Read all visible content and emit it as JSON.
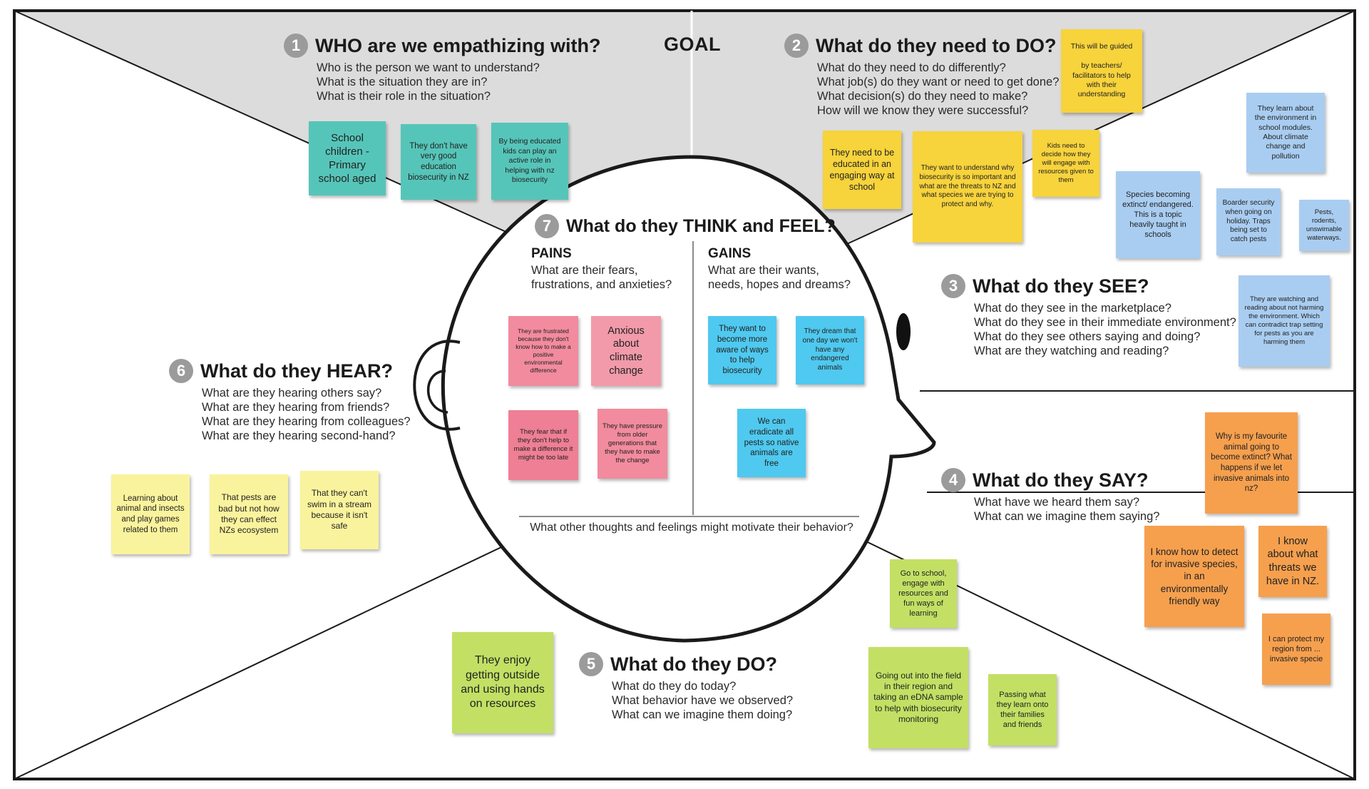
{
  "goal": "GOAL",
  "sections": {
    "who": {
      "number": "1",
      "title": "WHO are we empathizing with?",
      "questions": [
        "Who is the person we want to understand?",
        "What is the situation they are in?",
        "What is their role in the situation?"
      ]
    },
    "do_need": {
      "number": "2",
      "title": "What do they need to DO?",
      "questions": [
        "What do they need to do differently?",
        "What job(s) do they want or need to get done?",
        "What decision(s) do they need to make?",
        "How will we know they were successful?"
      ]
    },
    "see": {
      "number": "3",
      "title": "What do they SEE?",
      "questions": [
        "What do they see in the marketplace?",
        "What do they see in their immediate environment?",
        "What do they see others saying and doing?",
        "What are they watching and reading?"
      ]
    },
    "say": {
      "number": "4",
      "title": "What do they SAY?",
      "questions": [
        "What have we heard them say?",
        "What can we imagine them saying?"
      ]
    },
    "do": {
      "number": "5",
      "title": "What do they DO?",
      "questions": [
        "What do they do today?",
        "What behavior have we observed?",
        "What can we imagine them doing?"
      ]
    },
    "hear": {
      "number": "6",
      "title": "What do they HEAR?",
      "questions": [
        "What are they hearing others say?",
        "What are they hearing from friends?",
        "What are they hearing from colleagues?",
        "What are they hearing second-hand?"
      ]
    },
    "think": {
      "number": "7",
      "title": "What do they THINK and FEEL?",
      "pains": {
        "title": "PAINS",
        "questions": [
          "What are their fears,",
          "frustrations, and anxieties?"
        ]
      },
      "gains": {
        "title": "GAINS",
        "questions": [
          "What are their wants,",
          "needs, hopes and dreams?"
        ]
      },
      "bottom_question": "What other thoughts and feelings might motivate their behavior?"
    }
  },
  "notes": {
    "who": [
      "School children - Primary school aged",
      "They don't have very good education biosecurity in NZ",
      "By being educated kids can play an active role in helping with nz biosecurity"
    ],
    "do_need": [
      "This will be guided\n\nby teachers/ facilitators to help with their understanding",
      "They need to be educated in an engaging way at school",
      "They want to understand why biosecurity is so important and what are the threats to NZ and what species we are trying to protect and why.",
      "Kids need to decide how they will engage with resources given to them"
    ],
    "see": [
      "They learn about the environment in school modules. About climate change and pollution",
      "Species becoming extinct/ endangered. This is a topic heavily taught in schools",
      "Boarder security when going on holiday. Traps being set to catch pests",
      "Pests, rodents, unswimable waterways.",
      "They are watching and reading about not harming the environment. Which can contradict trap setting for pests as you are harming them"
    ],
    "pains": [
      "They are frustrated because they don't know how to make a positive environmental difference",
      "Anxious about climate change",
      "They fear that if they don't help to make a difference it might be too late",
      "They have pressure from older generations that they have to make the change"
    ],
    "gains": [
      "They want to become more aware of ways to help biosecurity",
      "They dream that one day we won't have any endangered animals",
      "We can eradicate all pests so native animals are free"
    ],
    "hear": [
      "Learning about animal and insects and play games related to them",
      "That pests are bad but not how they can effect NZs ecosystem",
      "That they can't swim in a stream because it isn't safe"
    ],
    "say": [
      "Why is my favourite animal going to become extinct? What happens if we let invasive animals into nz?",
      "I know how to detect for invasive species, in an environmentally friendly way",
      "I know about what threats we have in NZ.",
      "I can protect my region from ... invasive specie"
    ],
    "do": [
      "They enjoy getting outside and using hands on resources",
      "Go to school, engage with resources and fun ways of learning",
      "Going out into the field in their region and taking an eDNA sample to help with biosecurity monitoring",
      "Passing what they learn onto their families and friends"
    ]
  },
  "colors": {
    "teal": "#56c5b9",
    "yellow": "#f7d33c",
    "blue": "#a9cdf1",
    "pink": "#ef8a9c",
    "cyan": "#4fc9ef",
    "pale_yellow": "#faf39d",
    "orange": "#f6a04e",
    "green": "#c3e064",
    "goal_band": "#dcdcdc",
    "number_badge": "#9b9b9b"
  }
}
